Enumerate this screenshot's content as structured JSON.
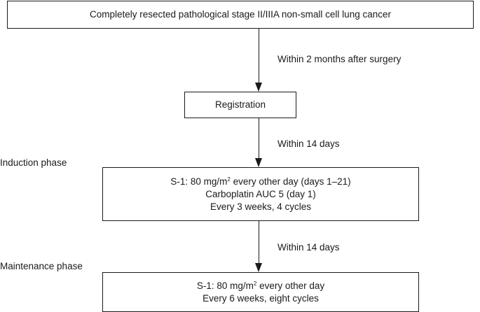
{
  "boxes": {
    "eligibility": "Completely resected pathological stage II/IIIA non-small cell lung cancer",
    "registration": "Registration",
    "induction": {
      "line1_prefix": "S-1: 80 mg/m",
      "line1_sup": "2",
      "line1_suffix": " every other day (days 1–21)",
      "line2": "Carboplatin AUC 5 (day 1)",
      "line3": "Every 3 weeks, 4 cycles"
    },
    "maintenance": {
      "line1_prefix": "S-1: 80 mg/m",
      "line1_sup": "2",
      "line1_suffix": " every other day",
      "line2": "Every 6 weeks, eight cycles"
    }
  },
  "arrows": {
    "step1_label": "Within 2 months after surgery",
    "step2_label": "Within 14 days",
    "step3_label": "Within 14 days"
  },
  "phases": {
    "induction": "Induction phase",
    "maintenance": "Maintenance phase"
  }
}
